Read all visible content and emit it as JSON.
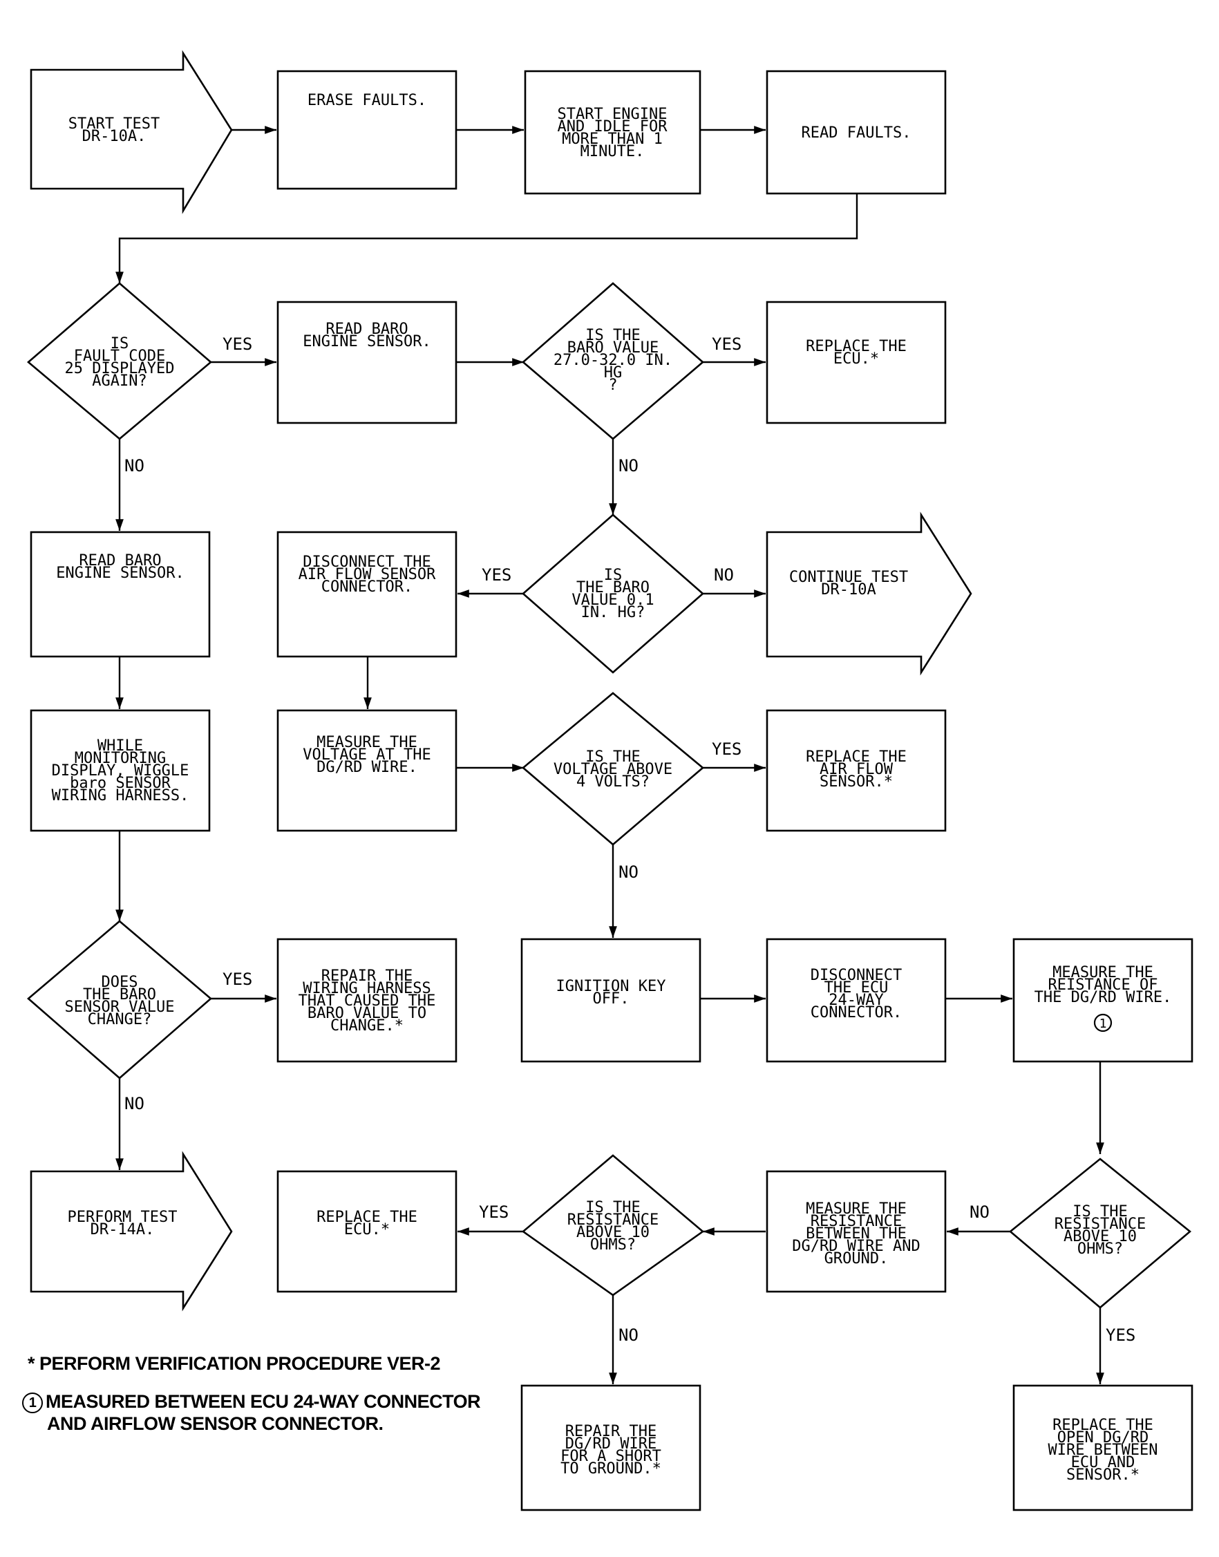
{
  "nodes": {
    "start": [
      "START TEST",
      "DR-10A."
    ],
    "erase": [
      "ERASE FAULTS."
    ],
    "start_engine": [
      "START ENGINE",
      "AND IDLE FOR",
      "MORE THAN 1",
      "MINUTE."
    ],
    "read_faults": [
      "READ FAULTS."
    ],
    "q_fault25": [
      "IS",
      "FAULT CODE",
      "25 DISPLAYED",
      "AGAIN?"
    ],
    "read_baro_1": [
      "READ BARO",
      "ENGINE SENSOR."
    ],
    "q_baro_range": [
      "IS THE",
      "BARO VALUE",
      "27.0-32.0 IN.",
      "HG",
      "?"
    ],
    "replace_ecu_1": [
      "REPLACE THE",
      "ECU.*"
    ],
    "read_baro_2": [
      "READ BARO",
      "ENGINE SENSOR."
    ],
    "disconnect_afs": [
      "DISCONNECT THE",
      "AIR FLOW SENSOR",
      "CONNECTOR."
    ],
    "q_baro_01": [
      "IS",
      "THE BARO",
      "VALUE 0.1",
      "IN. HG?"
    ],
    "continue_test": [
      "CONTINUE TEST",
      "DR-10A"
    ],
    "wiggle": [
      "WHILE",
      "MONITORING",
      "DISPLAY, WIGGLE",
      "baro SENSOR",
      "WIRING HARNESS."
    ],
    "measure_voltage": [
      "MEASURE THE",
      "VOLTAGE AT THE",
      "DG/RD WIRE."
    ],
    "q_voltage": [
      "IS THE",
      "VOLTAGE ABOVE",
      "4 VOLTS?"
    ],
    "replace_afs": [
      "REPLACE THE",
      "AIR FLOW",
      "SENSOR.*"
    ],
    "q_baro_change": [
      "DOES",
      "THE BARO",
      "SENSOR VALUE",
      "CHANGE?"
    ],
    "repair_harness": [
      "REPAIR THE",
      "WIRING HARNESS",
      "THAT CAUSED THE",
      "BARO VALUE TO",
      "CHANGE.*"
    ],
    "ignition_off": [
      "IGNITION KEY",
      "OFF."
    ],
    "disconnect_ecu": [
      "DISCONNECT",
      "THE ECU",
      "24-WAY",
      "CONNECTOR."
    ],
    "measure_res_wire": [
      "MEASURE THE",
      "REISTANCE OF",
      "THE DG/RD WIRE."
    ],
    "perform_dr14a": [
      "PERFORM TEST",
      "DR-14A."
    ],
    "replace_ecu_2": [
      "REPLACE THE",
      "ECU.*"
    ],
    "q_res_10_left": [
      "IS THE",
      "RESISTANCE",
      "ABOVE 10",
      "OHMS?"
    ],
    "measure_res_ground": [
      "MEASURE THE",
      "RESISTANCE",
      "BETWEEN THE",
      "DG/RD WIRE AND",
      "GROUND."
    ],
    "q_res_10_right": [
      "IS THE",
      "RESISTANCE",
      "ABOVE 10",
      "OHMS?"
    ],
    "repair_short": [
      "REPAIR THE",
      "DG/RD WIRE",
      "FOR A SHORT",
      "TO GROUND.*"
    ],
    "replace_open_wire": [
      "REPLACE THE",
      "OPEN DG/RD",
      "WIRE BETWEEN",
      "ECU AND",
      "SENSOR.*"
    ]
  },
  "labels": {
    "yes": "YES",
    "no": "NO"
  },
  "footnotes": {
    "circled_mark": "1",
    "verification": "* PERFORM VERIFICATION PROCEDURE VER-2",
    "measured_line1": "MEASURED BETWEEN ECU 24-WAY CONNECTOR",
    "measured_line2": "AND AIRFLOW SENSOR CONNECTOR."
  }
}
